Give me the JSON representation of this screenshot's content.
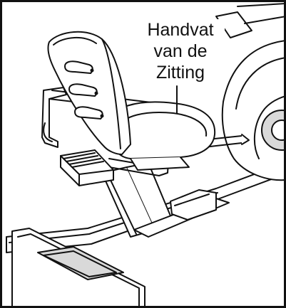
{
  "callout": {
    "lines": [
      "Handvat",
      "van de",
      "Zitting"
    ]
  },
  "colors": {
    "stroke": "#111111",
    "fill": "#ffffff",
    "shade": "#d9d9d9"
  }
}
